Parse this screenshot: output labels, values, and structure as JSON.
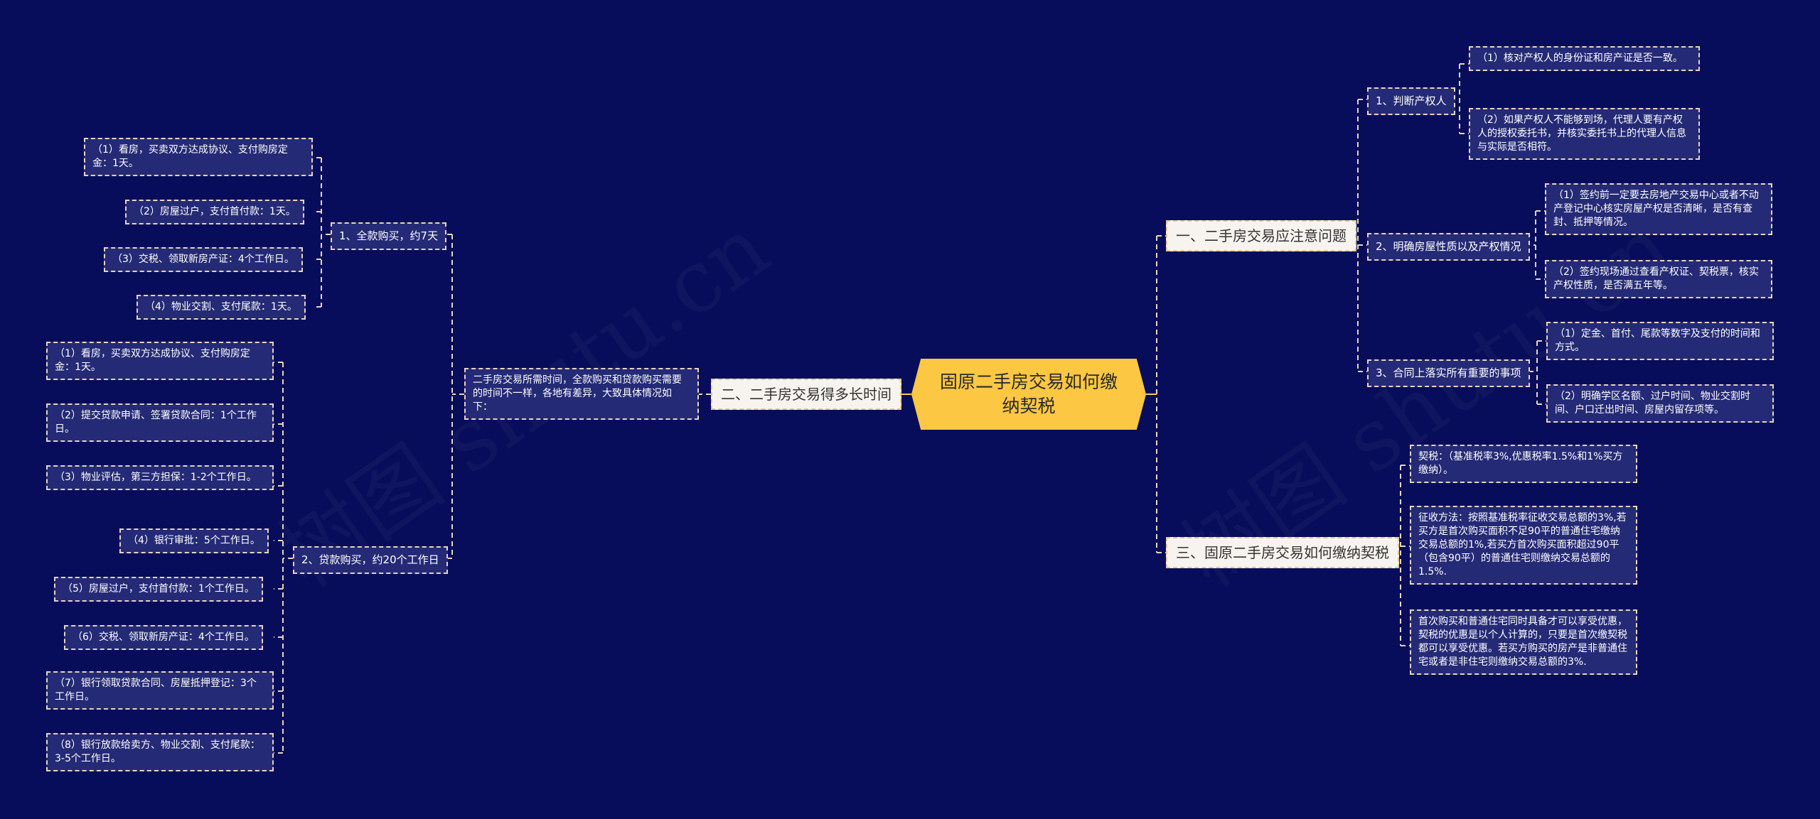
{
  "root": {
    "title": "固原二手房交易如何缴纳契税"
  },
  "watermark": [
    "树图 shutu.cn",
    "树图 shutu.cn"
  ],
  "branches": {
    "one": {
      "label": "一、二手房交易应注意问题",
      "children": [
        {
          "label": "1、判断产权人",
          "items": [
            "（1）核对产权人的身份证和房产证是否一致。",
            "（2）如果产权人不能够到场，代理人要有产权人的授权委托书，并核实委托书上的代理人信息与实际是否相符。"
          ]
        },
        {
          "label": "2、明确房屋性质以及产权情况",
          "items": [
            "（1）签约前一定要去房地产交易中心或者不动产登记中心核实房屋产权是否清晰，是否有查封、抵押等情况。",
            "（2）签约现场通过查看产权证、契税票，核实产权性质，是否满五年等。"
          ]
        },
        {
          "label": "3、合同上落实所有重要的事项",
          "items": [
            "（1）定金、首付、尾款等数字及支付的时间和方式。",
            "（2）明确学区名额、过户时间、物业交割时间、户口迁出时间、房屋内留存项等。"
          ]
        }
      ]
    },
    "two": {
      "label": "二、二手房交易得多长时间",
      "summary": "二手房交易所需时间，全款购买和贷款购买需要的时间不一样，各地有差异，大致具体情况如下：",
      "children": [
        {
          "label": "1、全款购买，约7天",
          "items": [
            "（1）看房，买卖双方达成协议、支付购房定金：1天。",
            "（2）房屋过户，支付首付款：1天。",
            "（3）交税、领取新房产证：4个工作日。",
            "（4）物业交割、支付尾款：1天。"
          ]
        },
        {
          "label": "2、贷款购买，约20个工作日",
          "items": [
            "（1）看房，买卖双方达成协议、支付购房定金：1天。",
            "（2）提交贷款申请、签署贷款合同：1个工作日。",
            "（3）物业评估，第三方担保：1-2个工作日。",
            "（4）银行审批：5个工作日。",
            "（5）房屋过户，支付首付款：1个工作日。",
            "（6）交税、领取新房产证：4个工作日。",
            "（7）银行领取贷款合同、房屋抵押登记：3个工作日。",
            "（8）银行放款给卖方、物业交割、支付尾款：3-5个工作日。"
          ]
        }
      ]
    },
    "three": {
      "label": "三、固原二手房交易如何缴纳契税",
      "items": [
        "契税：（基准税率3%,优惠税率1.5%和1%买方缴纳）。",
        "征收方法：按照基准税率征收交易总额的3%,若买方是首次购买面积不足90平的普通住宅缴纳交易总额的1%,若买方首次购买面积超过90平（包含90平）的普通住宅则缴纳交易总额的1.5%.",
        "首次购买和普通住宅同时具备才可以享受优惠，契税的优惠是以个人计算的，只要是首次缴契税都可以享受优惠。若买方购买的房产是非普通住宅或者是非住宅则缴纳交易总额的3%."
      ]
    }
  },
  "colors": {
    "background": "#070d5a",
    "root_fill": "#fcc742",
    "level1_fill": "#f7f4f0",
    "node_fill": "#252a76",
    "connector": "#e9d4be",
    "connector_root": "#fcc742"
  }
}
